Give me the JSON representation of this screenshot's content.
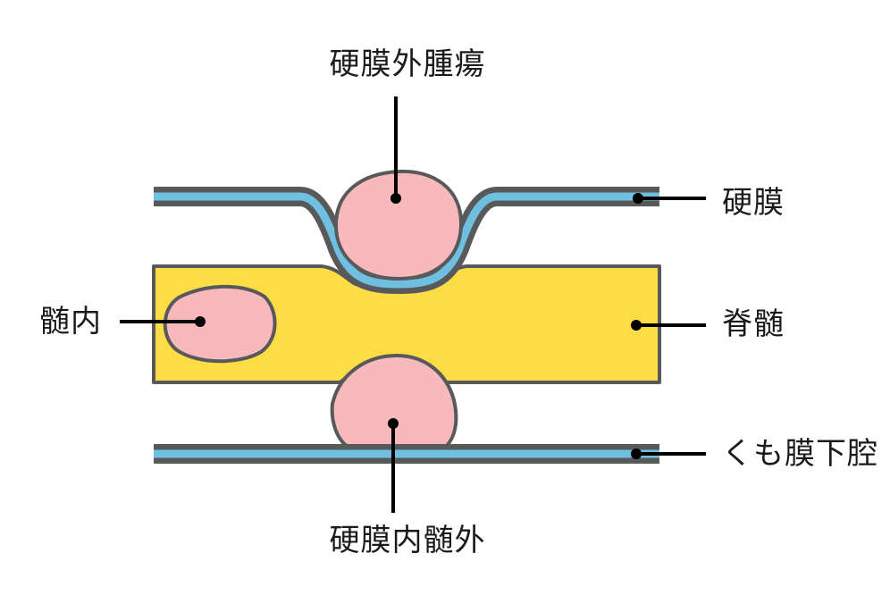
{
  "labels": {
    "extradural_tumor": "硬膜外腫瘍",
    "intradural_extramedullary": "硬膜内髄外",
    "dura": "硬膜",
    "spinal_cord": "脊髄",
    "subarachnoid_space": "くも膜下腔",
    "intramedullary": "髄内"
  },
  "colors": {
    "outline": "#58595b",
    "membrane": "#6ebfe0",
    "spinal_cord": "#fedc45",
    "tumor": "#f8b9bd",
    "pointer": "#000000"
  }
}
